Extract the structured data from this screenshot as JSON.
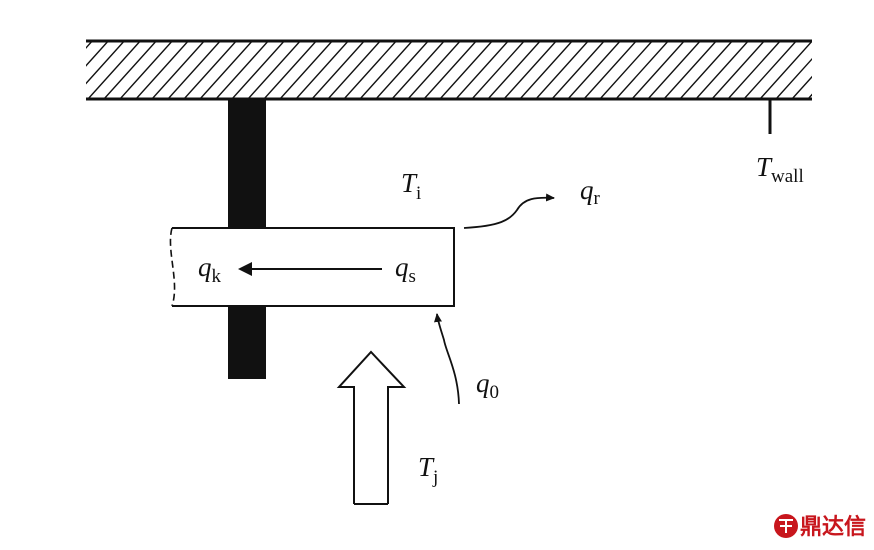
{
  "labels": {
    "t_i": {
      "main": "T",
      "sub": "i"
    },
    "t_wall": {
      "main": "T",
      "sub": "wall"
    },
    "q_r": {
      "main": "q",
      "sub": "r"
    },
    "q_k": {
      "main": "q",
      "sub": "k"
    },
    "q_s": {
      "main": "q",
      "sub": "s"
    },
    "q_0": {
      "main": "q",
      "sub": "0"
    },
    "t_j": {
      "main": "T",
      "sub": "j"
    }
  },
  "watermark": {
    "text": "鼎达信",
    "color": "#c8161d"
  },
  "colors": {
    "line": "#111111",
    "background": "#ffffff"
  }
}
